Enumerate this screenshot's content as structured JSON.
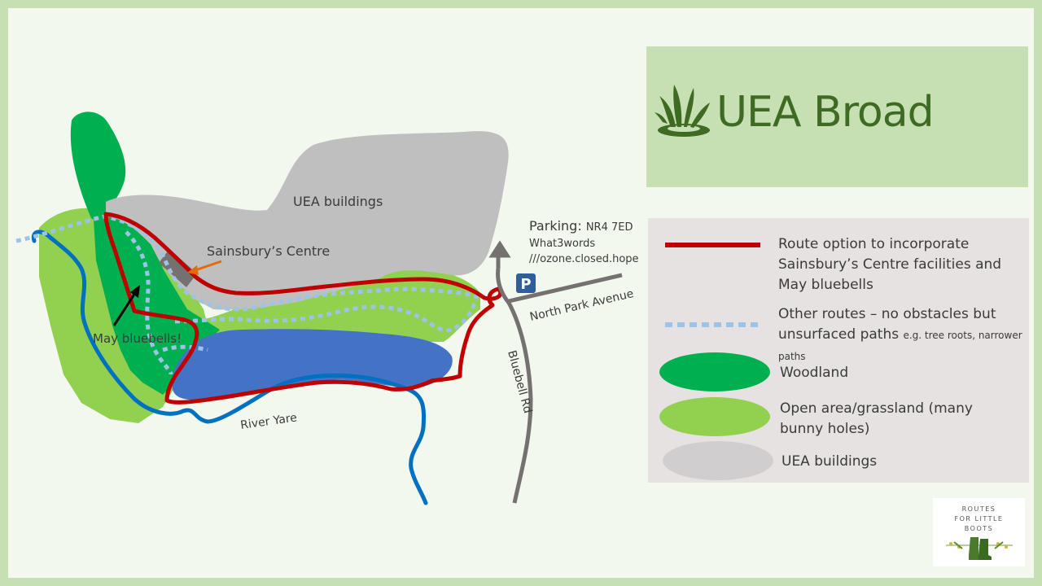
{
  "title": {
    "text": "UEA Broad",
    "icon": "splash-plant-icon"
  },
  "map_labels": {
    "uea_buildings": "UEA buildings",
    "sainsburys_centre": "Sainsbury’s Centre",
    "may_bluebells": "May bluebells!",
    "river_yare": "River Yare",
    "north_park_avenue": "North Park Avenue",
    "bluebell_rd": "Bluebell Rd",
    "parking_label": "Parking:",
    "parking_postcode": "NR4 7ED",
    "what3words_label": "What3words",
    "what3words_address": "///ozone.closed.hope",
    "parking_symbol": "P"
  },
  "legend": {
    "items": [
      {
        "key": "red-route",
        "text": "Route option to incorporate Sainsbury’s Centre facilities and May bluebells",
        "color": "#c00000"
      },
      {
        "key": "dotted-route",
        "text": "Other routes – no obstacles but unsurfaced paths",
        "small_text": "e.g. tree roots, narrower paths",
        "color": "#9dc3e6"
      },
      {
        "key": "woodland",
        "text": "Woodland",
        "color": "#00b050"
      },
      {
        "key": "grassland",
        "text": "Open area/grassland  (many bunny holes)",
        "color": "#92d050"
      },
      {
        "key": "buildings",
        "text": "UEA buildings",
        "color": "#d0cece"
      }
    ]
  },
  "logo": {
    "line1": "ROUTES",
    "line2": "FOR LITTLE",
    "line3": "BOOTS",
    "icon": "boots-icon"
  },
  "colors": {
    "slide_border": "#c6e0b4",
    "background": "#f2f8ee",
    "woodland": "#00b050",
    "grassland": "#92d050",
    "buildings": "#bfbfbf",
    "lake": "#4472c4",
    "river": "#0070c0",
    "route": "#c00000",
    "dotted_route": "#9dc3e6",
    "road": "#767171",
    "parking": "#2e5f9a"
  }
}
